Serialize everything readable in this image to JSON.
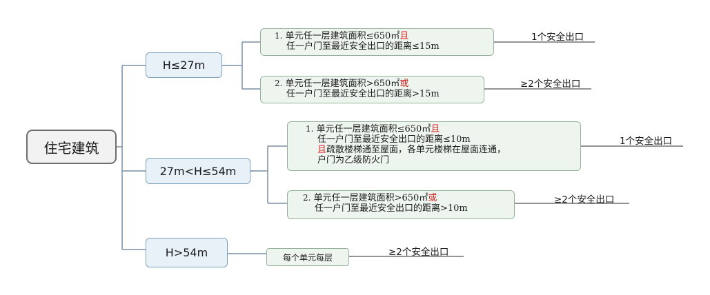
{
  "root": {
    "label": "住宅建筑"
  },
  "heights": [
    {
      "label": "H≤27m"
    },
    {
      "label": "27m<H≤54m"
    },
    {
      "label": "H>54m"
    }
  ],
  "conditions": [
    {
      "num": "1.",
      "lines": [
        "单元任一层建筑面积≤650㎡",
        "任一户门至最近安全出口的距离≤15m"
      ],
      "conj": "且",
      "result": "1个安全出口"
    },
    {
      "num": "2.",
      "lines": [
        "单元任一层建筑面积>650㎡",
        "任一户门至最近安全出口的距离>15m"
      ],
      "conj": "或",
      "result": "≥2个安全出口"
    },
    {
      "num": "1.",
      "lines": [
        "单元任一层建筑面积≤650㎡",
        "任一户门至最近安全出口的距离≤10m",
        "疏散楼梯通至屋面，各单元楼梯在屋面连通，",
        "户门为乙级防火门"
      ],
      "conj": "且",
      "conj2": "且",
      "result": "1个安全出口"
    },
    {
      "num": "2.",
      "lines": [
        "单元任一层建筑面积>650㎡",
        "任一户门至最近安全出口的距离>10m"
      ],
      "conj": "或",
      "result": "≥2个安全出口"
    }
  ],
  "h54": {
    "tag": "每个单元每层",
    "result": "≥2个安全出口"
  },
  "colors": {
    "line": "#7a8ea3",
    "accent": "#d42020"
  }
}
